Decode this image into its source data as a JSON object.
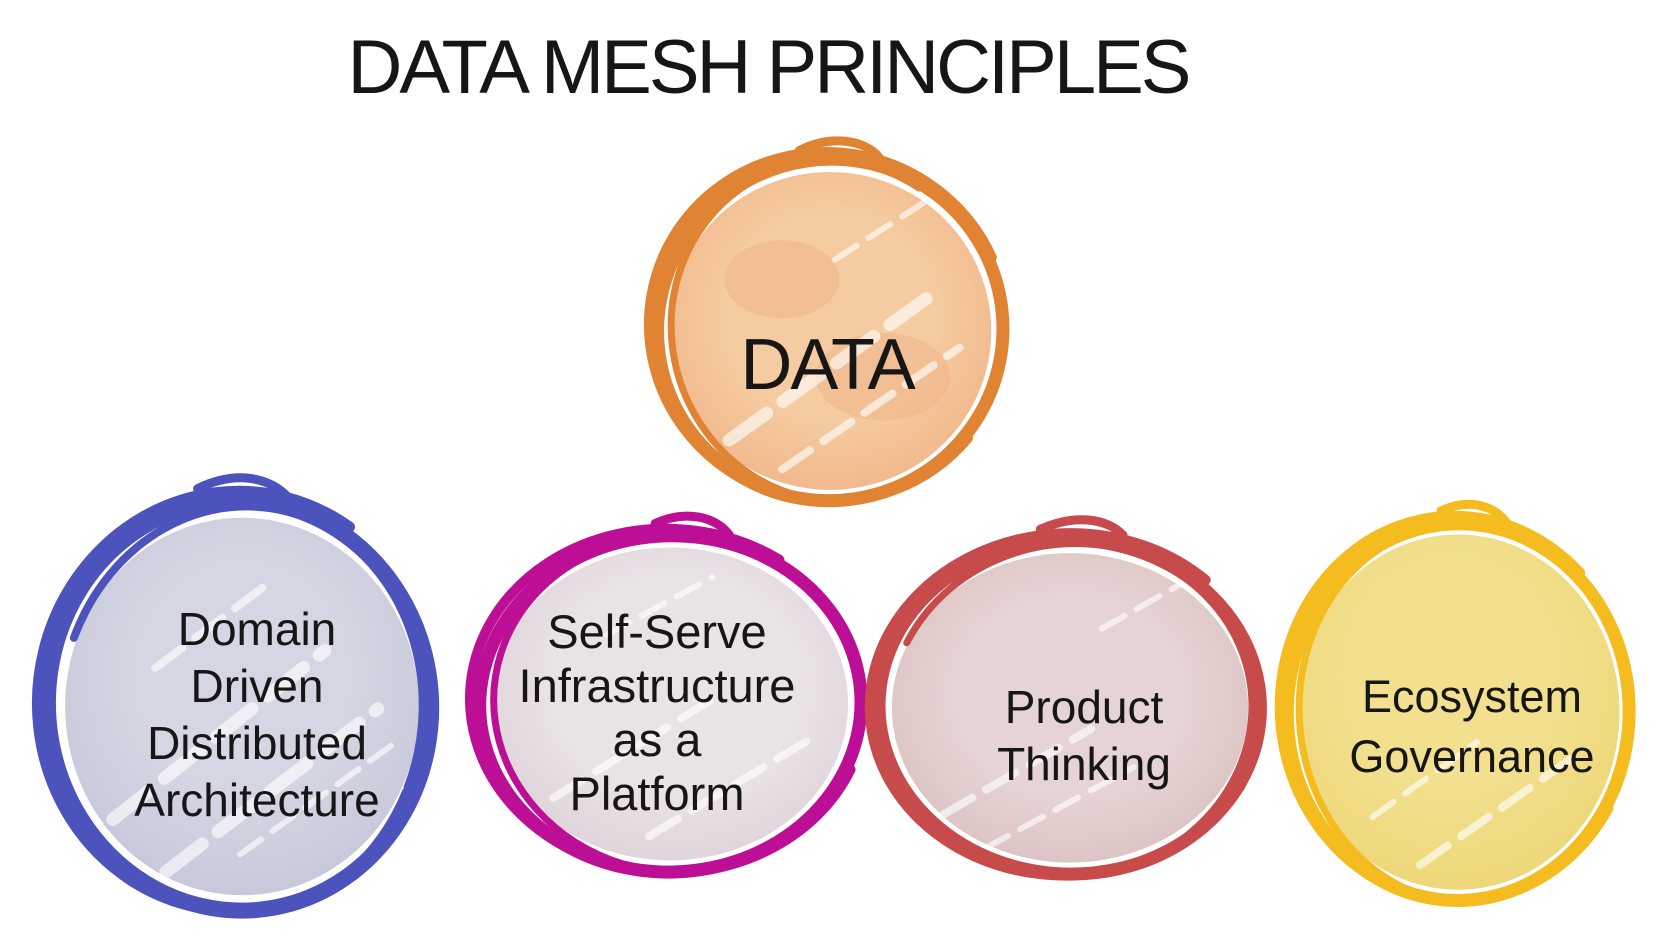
{
  "title": "DATA MESH PRINCIPLES",
  "colors": {
    "background": "#FFFFFF",
    "text": "#161616"
  },
  "bubbles": [
    {
      "id": "data",
      "label": "DATA",
      "lines": [
        "DATA"
      ],
      "stroke_color": "#E08433",
      "fill_color": "#F5CBA1",
      "fill_color_2": "#F0B184"
    },
    {
      "id": "domain",
      "label": "Domain Driven Distributed Architecture",
      "lines": [
        "Domain",
        "Driven",
        "Distributed",
        "Architecture"
      ],
      "stroke_color": "#4C53BC",
      "fill_color": "#D5D6E3",
      "fill_color_2": "#C3C5D8"
    },
    {
      "id": "selfserve",
      "label": "Self-Serve Infrastructure as a Platform",
      "lines": [
        "Self-Serve",
        "Infrastructure",
        "as a",
        "Platform"
      ],
      "stroke_color": "#BD0E96",
      "fill_color": "#E9E2E6",
      "fill_color_2": "#DCD0D8"
    },
    {
      "id": "product",
      "label": "Product Thinking",
      "lines": [
        "Product",
        "Thinking"
      ],
      "stroke_color": "#C74B4B",
      "fill_color": "#E6D3D3",
      "fill_color_2": "#D8BDBD"
    },
    {
      "id": "ecosystem",
      "label": "Ecosystem Governance",
      "lines": [
        "Ecosystem",
        "Governance"
      ],
      "stroke_color": "#F4BC1E",
      "fill_color": "#F2E08F",
      "fill_color_2": "#EDD573"
    }
  ]
}
